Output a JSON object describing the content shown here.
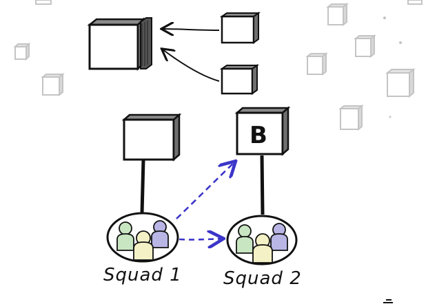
{
  "diagram": {
    "box_b_label": "B",
    "squad_1_label": "Squad 1",
    "squad_2_label": "Squad 2"
  },
  "colors": {
    "ink": "#111111",
    "box_side": "#6f6f6f",
    "box_top": "#8a8a8a",
    "faint_cube": "#c4c4c4",
    "dashed_arrow": "#3b35c9",
    "person_green": "#c9e6c2",
    "person_yellow": "#f4f1c6",
    "person_purple": "#b9b6e6"
  }
}
